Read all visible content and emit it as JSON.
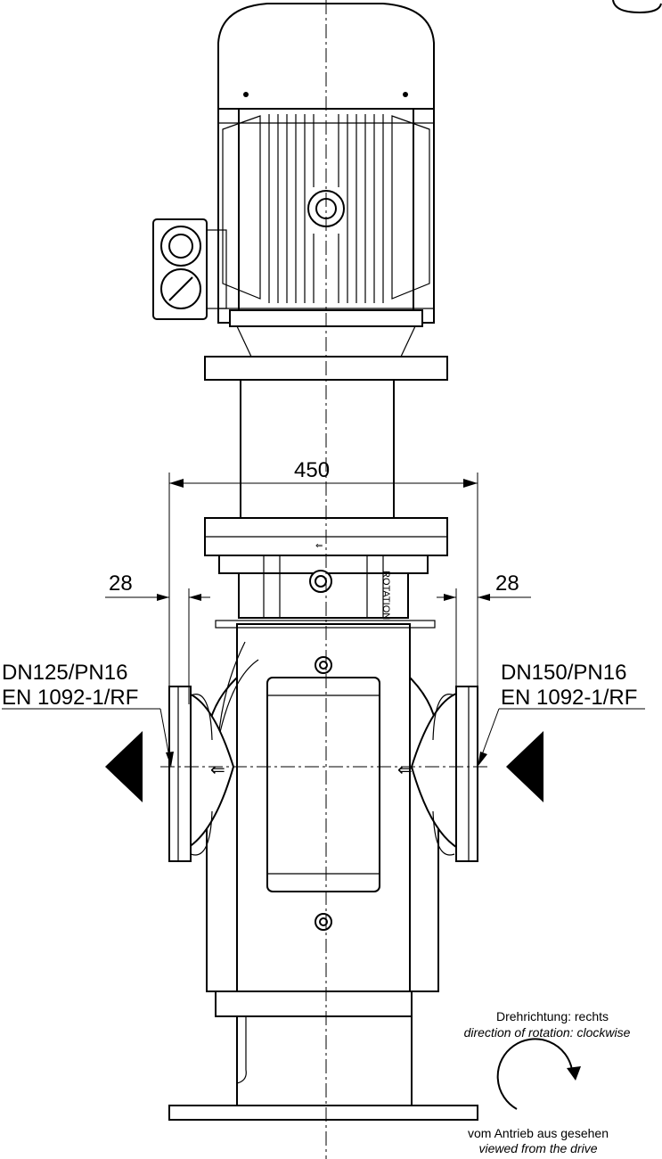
{
  "dimensions": {
    "width_total": "450",
    "offset_left": "28",
    "offset_right": "28"
  },
  "flanges": {
    "left_line1": "DN125/PN16",
    "left_line2": "EN 1092-1/RF",
    "right_line1": "DN150/PN16",
    "right_line2": "EN 1092-1/RF"
  },
  "rotation": {
    "label_de": "Drehrichtung: rechts",
    "label_en": "direction of rotation: clockwise",
    "view_de": "vom Antrieb aus gesehen",
    "view_en": "viewed from the drive"
  },
  "flow_arrows": {
    "left": "outlet-arrow",
    "right": "inlet-arrow"
  },
  "colors": {
    "line": "#000000",
    "background": "#ffffff"
  }
}
